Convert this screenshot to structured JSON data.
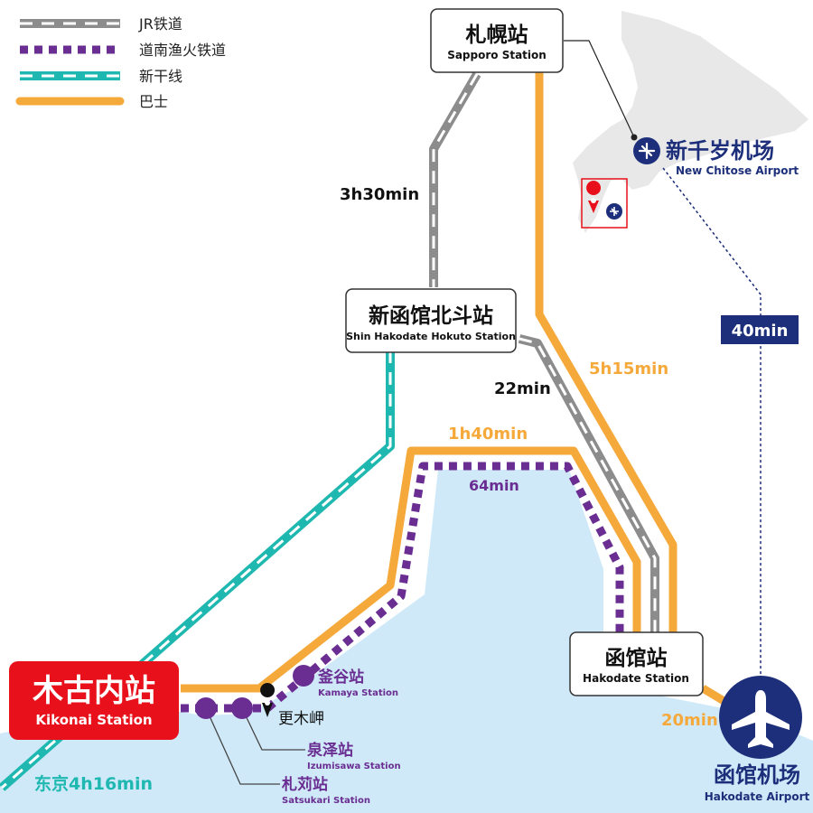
{
  "legend": {
    "jr": "JR铁道",
    "isaribi": "道南渔火铁道",
    "shinkansen": "新干线",
    "bus": "巴士"
  },
  "stations": {
    "sapporo": {
      "zh": "札幌站",
      "en": "Sapporo Station"
    },
    "shin_hakodate": {
      "zh": "新函馆北斗站",
      "en": "Shin Hakodate Hokuto Station"
    },
    "hakodate": {
      "zh": "函馆站",
      "en": "Hakodate Station"
    },
    "kikonai": {
      "zh": "木古内站",
      "en": "Kikonai Station"
    },
    "kamaya": {
      "zh": "釜谷站",
      "en": "Kamaya Station"
    },
    "izumisawa": {
      "zh": "泉泽站",
      "en": "Izumisawa Station"
    },
    "satsukari": {
      "zh": "札苅站",
      "en": "Satsukari Station"
    }
  },
  "places": {
    "sarakimisaki": "更木岬"
  },
  "airports": {
    "new_chitose": {
      "zh": "新千岁机场",
      "en": "New Chitose Airport"
    },
    "hakodate": {
      "zh": "函馆机场",
      "en": "Hakodate Airport"
    }
  },
  "times": {
    "sapporo_shin_hakodate": "3h30min",
    "shin_hakodate_hakodate": "22min",
    "sapporo_hakodate_bus": "5h15min",
    "kikonai_hakodate_bus": "1h40min",
    "isaribi": "64min",
    "airport_bus": "40min",
    "hakodate_airport": "20min",
    "tokyo": "东京4h16min"
  },
  "colors": {
    "jr": "#8c8c8c",
    "isaribi": "#6a2d91",
    "shinkansen": "#1fb8b0",
    "bus": "#f6a93b",
    "sea": "#cfe9f9",
    "airport": "#1d2f7a",
    "kikonai": "#e8101a",
    "hokkaido": "#e8e8e8"
  }
}
